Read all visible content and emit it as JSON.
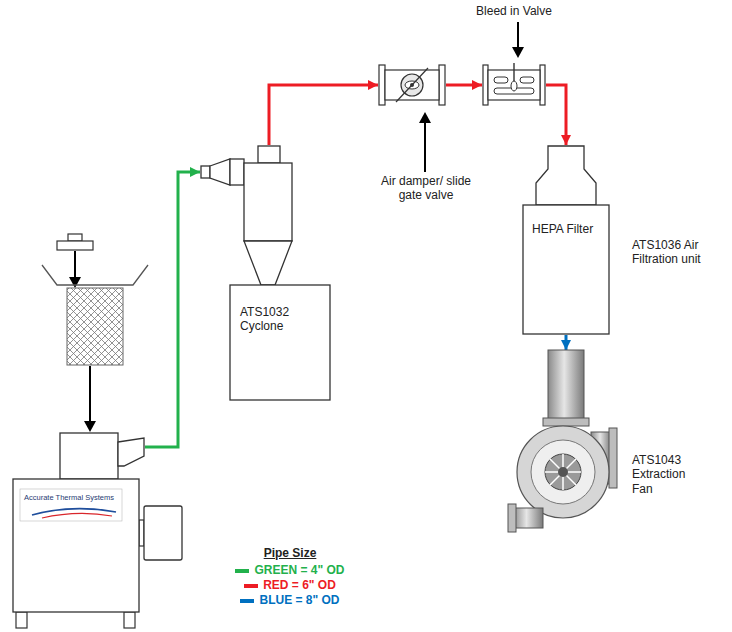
{
  "diagram": {
    "nodes": [
      {
        "text": [
          "Accurate Thermal Systems"
        ]
      },
      {
        "text": [
          "ATS1032 Cyclone"
        ]
      },
      {
        "text": [
          "Air damper/ slide gate valve"
        ]
      },
      {
        "text": [
          "Bleed in Valve"
        ]
      },
      {
        "text": [
          "HEPA Filter",
          "ATS1036 Air Filtration unit"
        ]
      },
      {
        "text": [
          "ATS1043 Extraction Fan"
        ]
      }
    ],
    "edges": [
      {
        "from": 0,
        "to": 1,
        "arrow": "to"
      },
      {
        "from": 1,
        "to": 2,
        "arrow": "to"
      },
      {
        "from": 2,
        "to": 3,
        "arrow": "to"
      },
      {
        "from": 3,
        "to": 4,
        "arrow": "to"
      },
      {
        "from": 4,
        "to": 5,
        "arrow": "to"
      }
    ],
    "labels": [
      "Pipe Size"
    ],
    "legend": [
      {
        "text": "GREEN = 4\" OD",
        "color": "#22b14c"
      },
      {
        "text": "RED = 6\" OD",
        "color": "#ed1c24"
      },
      {
        "text": "BLUE = 8\" OD",
        "color": "#0070c0"
      }
    ]
  }
}
